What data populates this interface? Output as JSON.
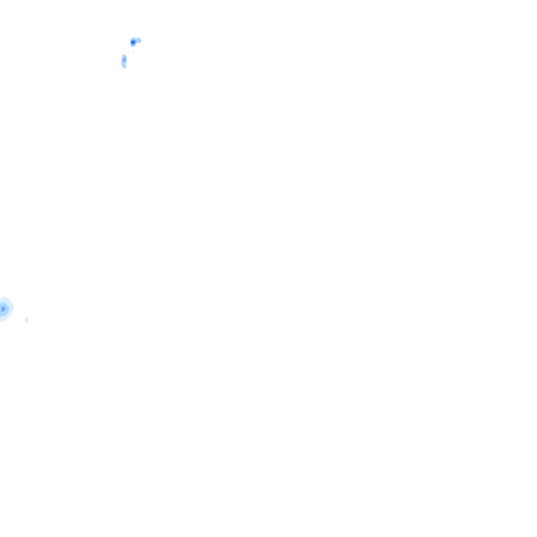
{
  "map": {
    "background_color": "#ffffff",
    "layer": "precipitation-radar",
    "intensity_colors": {
      "very_light": "#d6ecff",
      "light": "#aad4ff",
      "moderate": "#6aa8ff",
      "heavy": "#2b5ce6"
    },
    "echo_clusters": [
      {
        "id": "cluster-north",
        "max_intensity": "heavy"
      },
      {
        "id": "cluster-north-small",
        "max_intensity": "light"
      },
      {
        "id": "cluster-west-edge",
        "max_intensity": "light"
      },
      {
        "id": "cluster-west-speck",
        "max_intensity": "very_light"
      },
      {
        "id": "cluster-center-speck",
        "max_intensity": "very_light"
      }
    ]
  }
}
